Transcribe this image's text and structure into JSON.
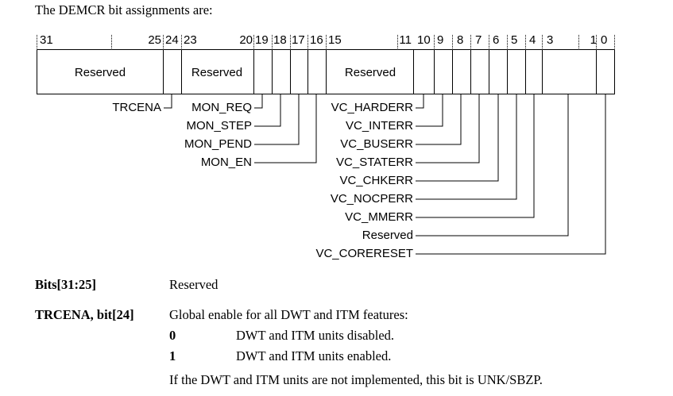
{
  "intro": "The DEMCR bit assignments are:",
  "register": {
    "bit_numbers": [
      "31",
      "25",
      "24",
      "23",
      "20",
      "19",
      "18",
      "17",
      "16",
      "15",
      "11",
      "10",
      "9",
      "8",
      "7",
      "6",
      "5",
      "4",
      "3",
      "1",
      "0"
    ],
    "field_labels": [
      "Reserved",
      "Reserved",
      "Reserved"
    ],
    "trcena_label": "TRCENA",
    "mon_labels": [
      "MON_REQ",
      "MON_STEP",
      "MON_PEND",
      "MON_EN"
    ],
    "vc_labels": [
      "VC_HARDERR",
      "VC_INTERR",
      "VC_BUSERR",
      "VC_STATERR",
      "VC_CHKERR",
      "VC_NOCPERR",
      "VC_MMERR",
      "Reserved",
      "VC_CORERESET"
    ]
  },
  "fields": [
    {
      "name": "Bits[31:25]",
      "description": "Reserved"
    },
    {
      "name": "TRCENA, bit[24]",
      "description": "Global enable for all DWT and ITM features:"
    }
  ],
  "trcena_values": [
    {
      "value": "0",
      "meaning": "DWT and ITM units disabled."
    },
    {
      "value": "1",
      "meaning": "DWT and ITM units enabled."
    }
  ],
  "note": "If the DWT and ITM units are not implemented, this bit is UNK/SBZP."
}
